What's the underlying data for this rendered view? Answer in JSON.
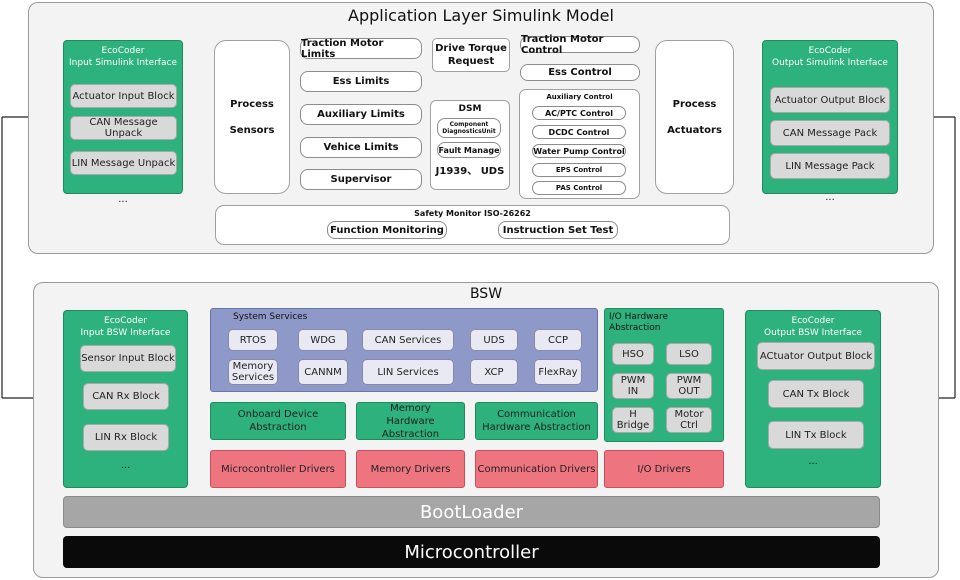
{
  "app_title": "Application Layer Simulink Model",
  "app": {
    "input_interface": {
      "title": "EcoCoder\nInput Simulink Interface",
      "items": [
        "Actuator Input Block",
        "CAN Message Unpack",
        "LIN Message Unpack"
      ],
      "more": "..."
    },
    "process_sensors": "Process\n\nSensors",
    "limits": [
      "Traction Motor Limits",
      "Ess Limits",
      "Auxiliary Limits",
      "Vehice Limits",
      "Supervisor"
    ],
    "drive_torque": "Drive Torque\nRequest",
    "dsm": {
      "title": "DSM",
      "component": "Component\nDiagnosticsUnit",
      "fault": "Fault Manage",
      "protocols": "J1939、 UDS"
    },
    "controls": {
      "traction": "Traction Motor Control",
      "ess": "Ess Control"
    },
    "auxiliary_control": {
      "title": "Auxiliary Control",
      "items": [
        "AC/PTC Control",
        "DCDC Control",
        "Water Pump Control",
        "EPS Control",
        "PAS Control"
      ]
    },
    "process_actuators": "Process\n\nActuators",
    "output_interface": {
      "title": "EcoCoder\nOutput Simulink Interface",
      "items": [
        "Actuator Output Block",
        "CAN Message Pack",
        "LIN Message Pack"
      ],
      "more": "..."
    },
    "safety": {
      "title": "Safety Monitor ISO-26262",
      "items": [
        "Function Monitoring",
        "Instruction Set Test"
      ]
    }
  },
  "bsw_title": "BSW",
  "bsw": {
    "input_interface": {
      "title": "EcoCoder\nInput BSW Interface",
      "items": [
        "Sensor Input Block",
        "CAN Rx Block",
        "LIN Rx Block"
      ],
      "more": "..."
    },
    "system_services": {
      "title": "System Services",
      "row1": [
        "RTOS",
        "WDG",
        "CAN  Services",
        "UDS",
        "CCP"
      ],
      "row2": [
        "Memory\nServices",
        "CANNM",
        "LIN Services",
        "XCP",
        "FlexRay"
      ]
    },
    "abstractions": [
      "Onboard Device\nAbstraction",
      "Memory\nHardware Abstraction",
      "Communication\nHardware Abstraction"
    ],
    "drivers": [
      "Microcontroller Drivers",
      "Memory Drivers",
      "Communication Drivers",
      "I/O Drivers"
    ],
    "io_hw": {
      "title": "I/O Hardware\nAbstraction",
      "items": [
        "HSO",
        "LSO",
        "PWM\nIN",
        "PWM\nOUT",
        "H\nBridge",
        "Motor\nCtrl"
      ]
    },
    "output_interface": {
      "title": "EcoCoder\nOutput BSW Interface",
      "items": [
        "ACtuator Output Block",
        "CAN Tx Block",
        "LIN Tx Block"
      ],
      "more": "..."
    }
  },
  "bootloader": "BootLoader",
  "microcontroller": "Microcontroller",
  "colors": {
    "green": "#2eb27d",
    "service_blue": "#8f99c9",
    "driver_red": "#ee7480",
    "bootloader_grey": "#a6a6a6",
    "mcu_black": "#0a0a0a"
  }
}
